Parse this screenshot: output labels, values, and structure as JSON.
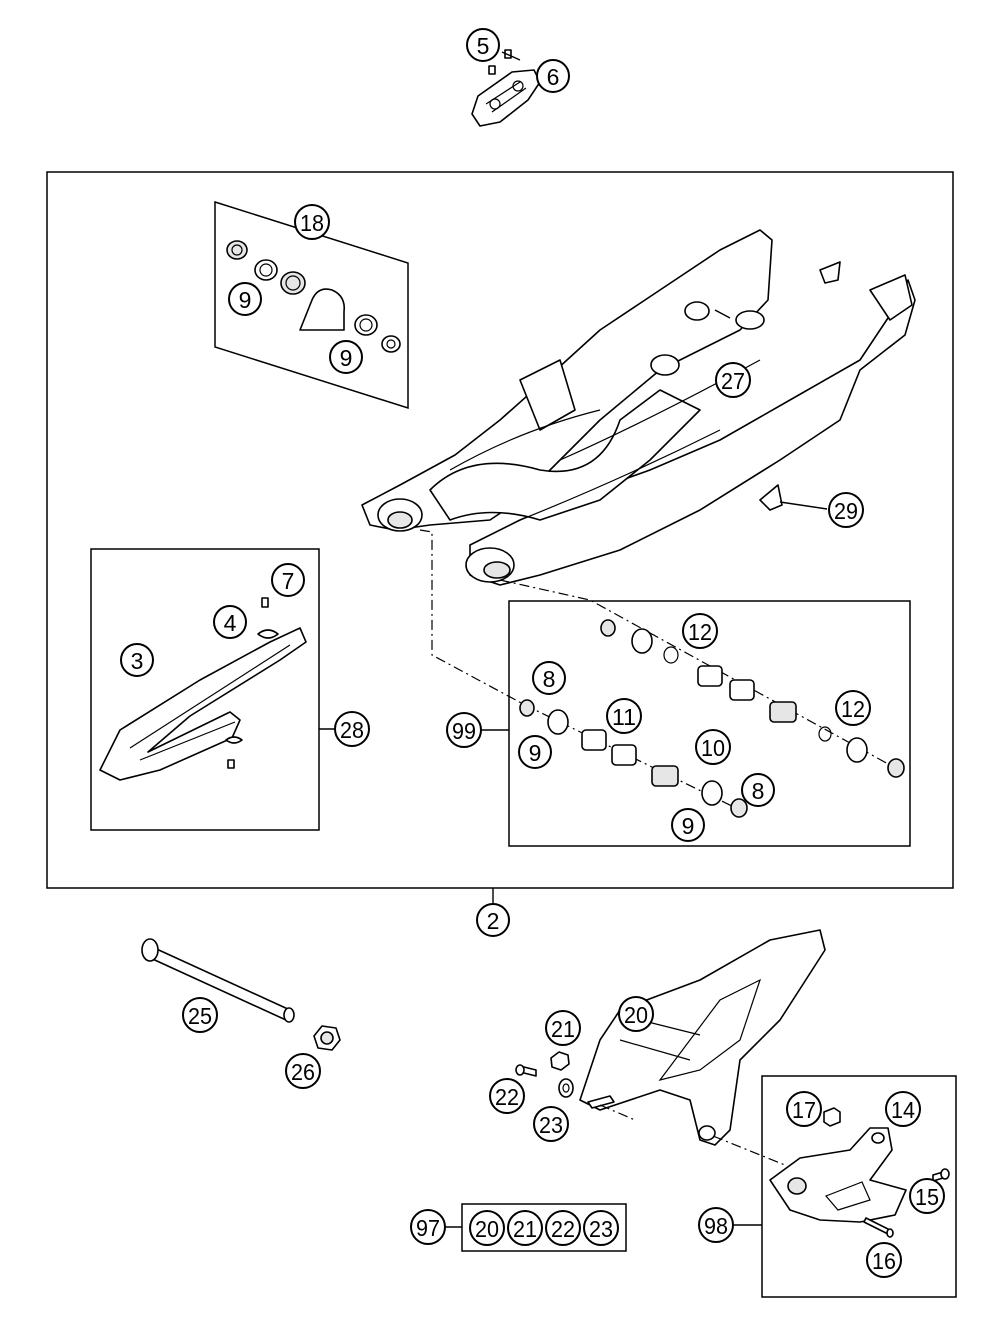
{
  "callouts": [
    {
      "id": "c5",
      "label": "5"
    },
    {
      "id": "c6",
      "label": "6"
    },
    {
      "id": "c18",
      "label": "18"
    },
    {
      "id": "c9a",
      "label": "9"
    },
    {
      "id": "c9b",
      "label": "9"
    },
    {
      "id": "c27",
      "label": "27"
    },
    {
      "id": "c29",
      "label": "29"
    },
    {
      "id": "c7",
      "label": "7"
    },
    {
      "id": "c4",
      "label": "4"
    },
    {
      "id": "c3",
      "label": "3"
    },
    {
      "id": "c28",
      "label": "28"
    },
    {
      "id": "c12a",
      "label": "12"
    },
    {
      "id": "c8a",
      "label": "8"
    },
    {
      "id": "c11",
      "label": "11"
    },
    {
      "id": "c99",
      "label": "99"
    },
    {
      "id": "c9c",
      "label": "9"
    },
    {
      "id": "c10",
      "label": "10"
    },
    {
      "id": "c12b",
      "label": "12"
    },
    {
      "id": "c8b",
      "label": "8"
    },
    {
      "id": "c9d",
      "label": "9"
    },
    {
      "id": "c2",
      "label": "2"
    },
    {
      "id": "c25",
      "label": "25"
    },
    {
      "id": "c26",
      "label": "26"
    },
    {
      "id": "c20",
      "label": "20"
    },
    {
      "id": "c21",
      "label": "21"
    },
    {
      "id": "c22",
      "label": "22"
    },
    {
      "id": "c23",
      "label": "23"
    },
    {
      "id": "c17",
      "label": "17"
    },
    {
      "id": "c14",
      "label": "14"
    },
    {
      "id": "c15",
      "label": "15"
    },
    {
      "id": "c98",
      "label": "98"
    },
    {
      "id": "c16",
      "label": "16"
    },
    {
      "id": "c97",
      "label": "97"
    },
    {
      "id": "c20k",
      "label": "20"
    },
    {
      "id": "c21k",
      "label": "21"
    },
    {
      "id": "c22k",
      "label": "22"
    },
    {
      "id": "c23k",
      "label": "23"
    }
  ]
}
